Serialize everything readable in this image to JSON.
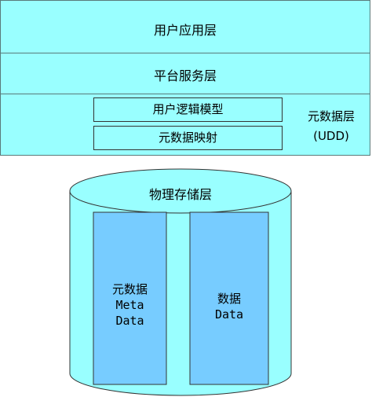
{
  "layers": {
    "user_app": "用户应用层",
    "platform": "平台服务层"
  },
  "udd": {
    "user_model": "用户逻辑模型",
    "mapping": "元数据映射",
    "label_line1": "元数据层",
    "label_line2": "(UDD)"
  },
  "storage": {
    "title": "物理存储层",
    "left_line1": "元数据",
    "left_line2": "Meta",
    "left_line3": "Data",
    "right_line1": "数据",
    "right_line2": "Data"
  }
}
